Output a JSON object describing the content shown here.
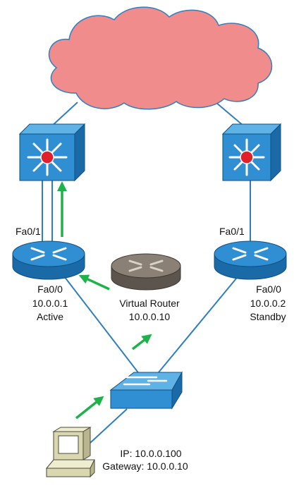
{
  "diagram": {
    "cloud": {
      "name": "internet-cloud",
      "fill": "#f08c8c"
    },
    "switches": [
      {
        "id": "left",
        "name": "multilayer-switch-left"
      },
      {
        "id": "right",
        "name": "multilayer-switch-right"
      }
    ],
    "routers": [
      {
        "id": "left",
        "upper_interface": "Fa0/1",
        "lower_interface": "Fa0/0",
        "ip": "10.0.0.1",
        "role": "Active"
      },
      {
        "id": "right",
        "upper_interface": "Fa0/1",
        "lower_interface": "Fa0/0",
        "ip": "10.0.0.2",
        "role": "Standby"
      }
    ],
    "virtual_router": {
      "label": "Virtual Router",
      "ip": "10.0.0.10",
      "fill": "#8a8075"
    },
    "host": {
      "ip_line": "IP: 10.0.0.100",
      "gateway_line": "Gateway: 10.0.0.10"
    },
    "colors": {
      "device_blue": "#2f8fd2",
      "device_dark_blue": "#1a6aa8",
      "link_line": "#2f7fbf",
      "traffic_arrow": "#1db34a",
      "switch_center": "#e0202a",
      "host_body": "#d9d7b0"
    }
  }
}
